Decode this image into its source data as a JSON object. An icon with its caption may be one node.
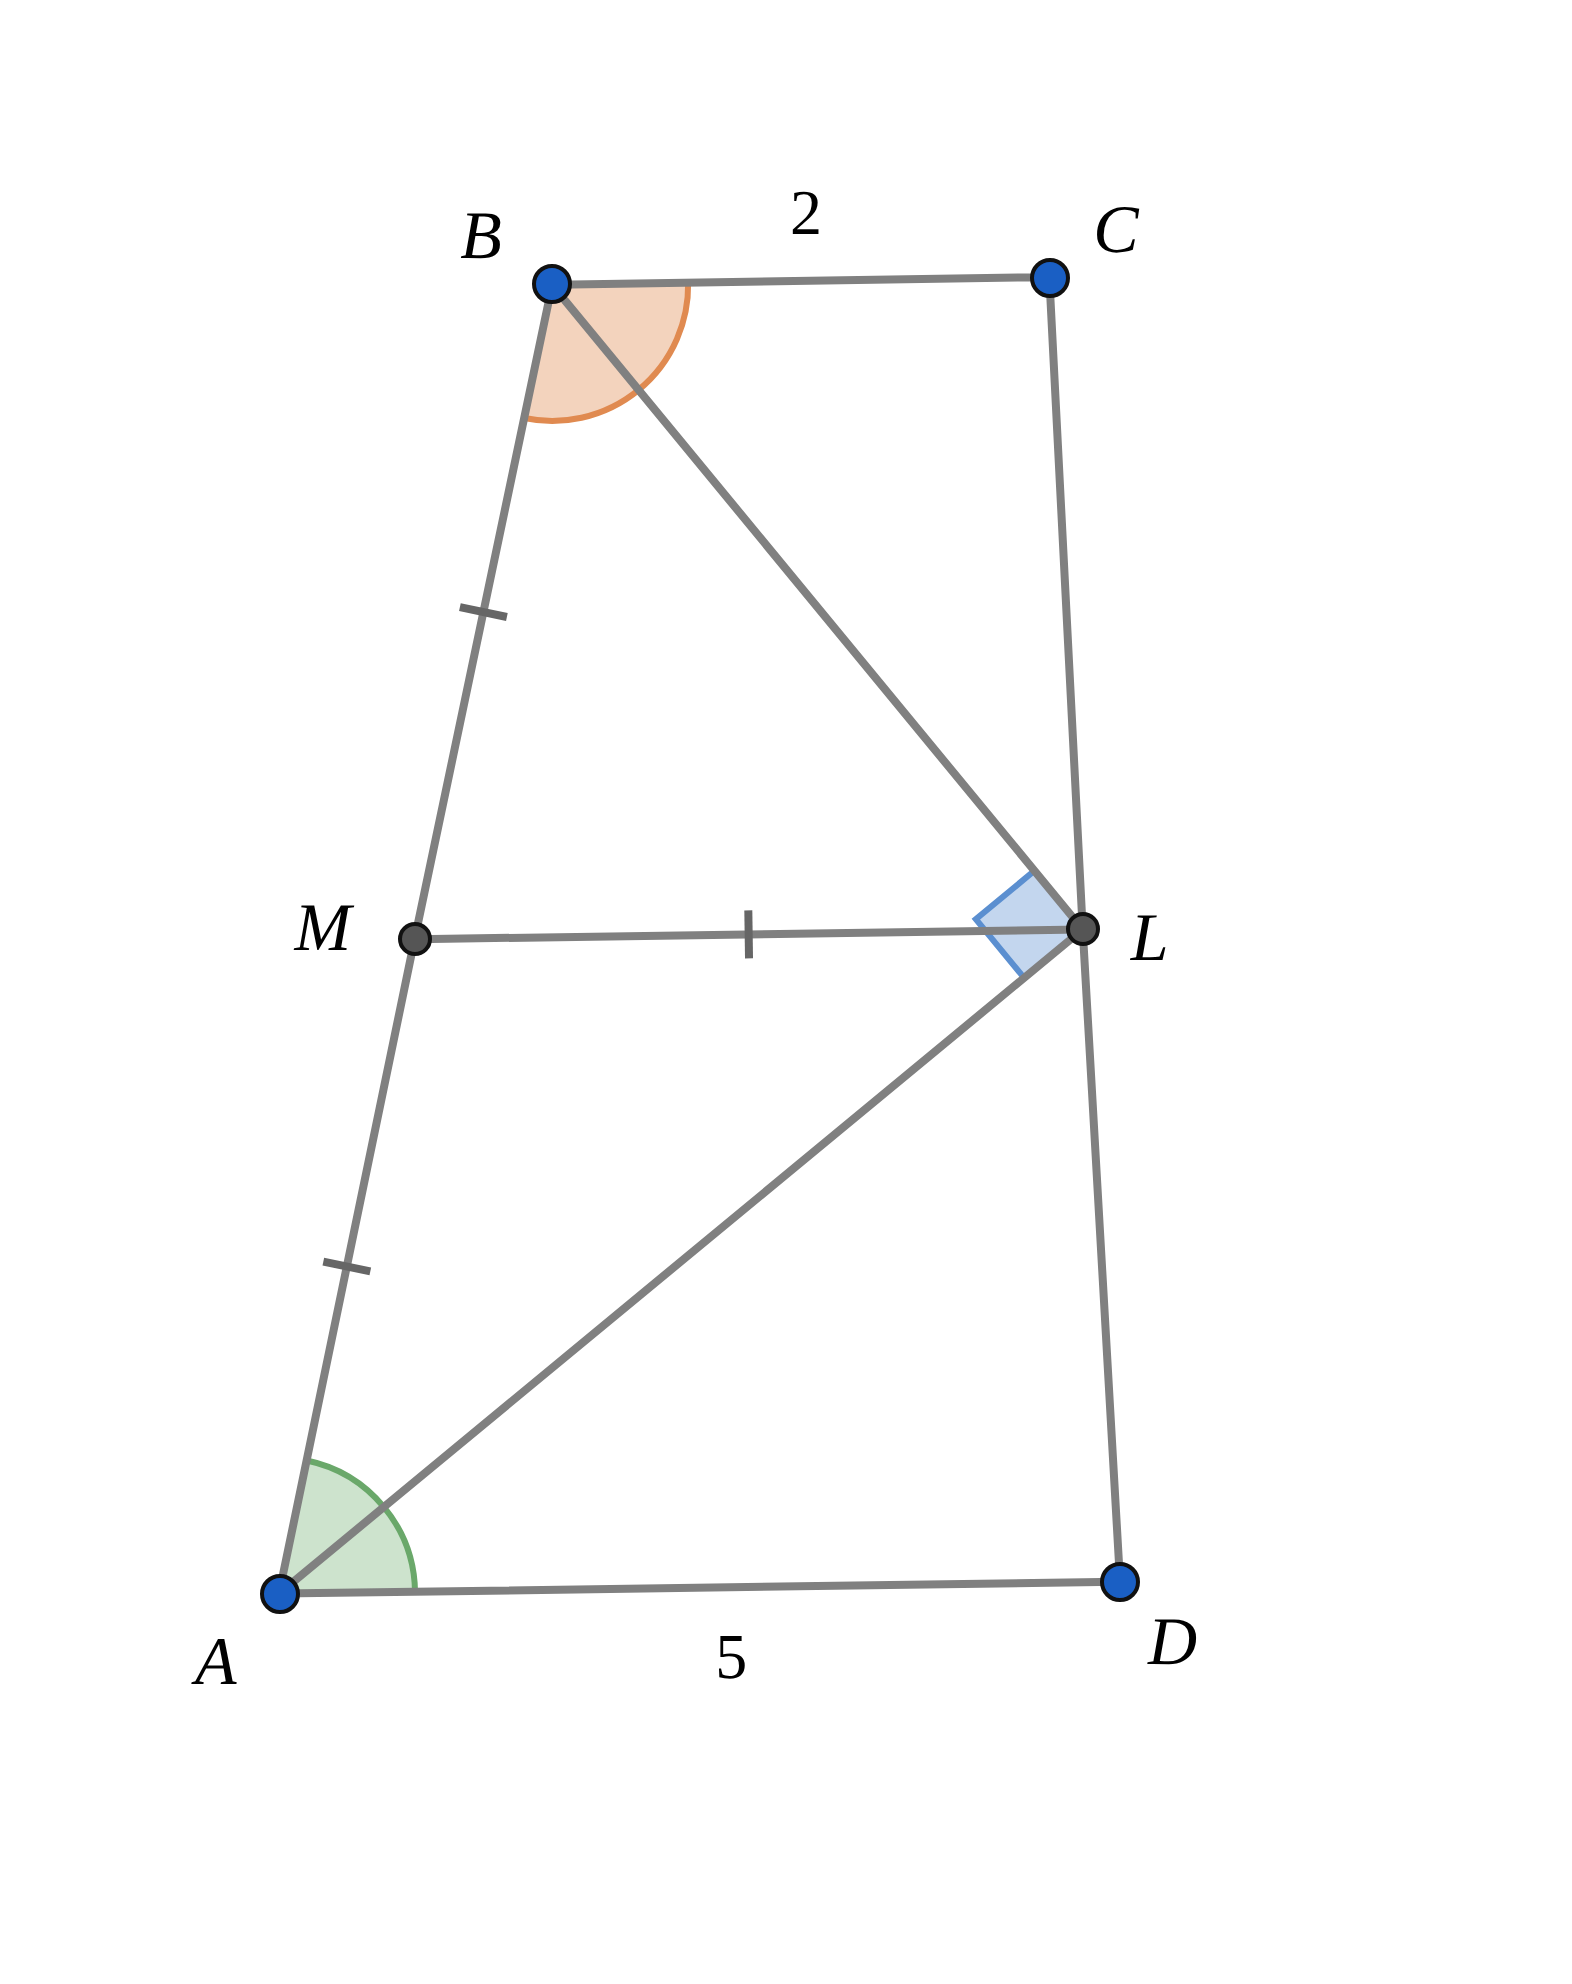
{
  "diagram": {
    "nodes": [
      {
        "text": [],
        "shape": "circle",
        "beside": [
          "B"
        ]
      },
      {
        "text": [],
        "shape": "circle",
        "beside": [
          "C"
        ]
      },
      {
        "text": [],
        "shape": "circle",
        "beside": [
          "M"
        ]
      },
      {
        "text": [],
        "shape": "circle",
        "beside": [
          "L"
        ]
      },
      {
        "text": [],
        "shape": "circle",
        "beside": [
          "A"
        ]
      },
      {
        "text": [],
        "shape": "circle",
        "beside": [
          "D"
        ]
      }
    ],
    "edges": [
      {
        "from": 0,
        "to": 1,
        "arrow": "none",
        "label": "2"
      },
      {
        "from": 1,
        "to": 3,
        "arrow": "none"
      },
      {
        "from": 3,
        "to": 5,
        "arrow": "none"
      },
      {
        "from": 4,
        "to": 5,
        "arrow": "none",
        "label": "5"
      },
      {
        "from": 4,
        "to": 2,
        "arrow": "none"
      },
      {
        "from": 2,
        "to": 0,
        "arrow": "none"
      },
      {
        "from": 2,
        "to": 3,
        "arrow": "none"
      },
      {
        "from": 0,
        "to": 3,
        "arrow": "none"
      },
      {
        "from": 4,
        "to": 3,
        "arrow": "none"
      }
    ]
  }
}
